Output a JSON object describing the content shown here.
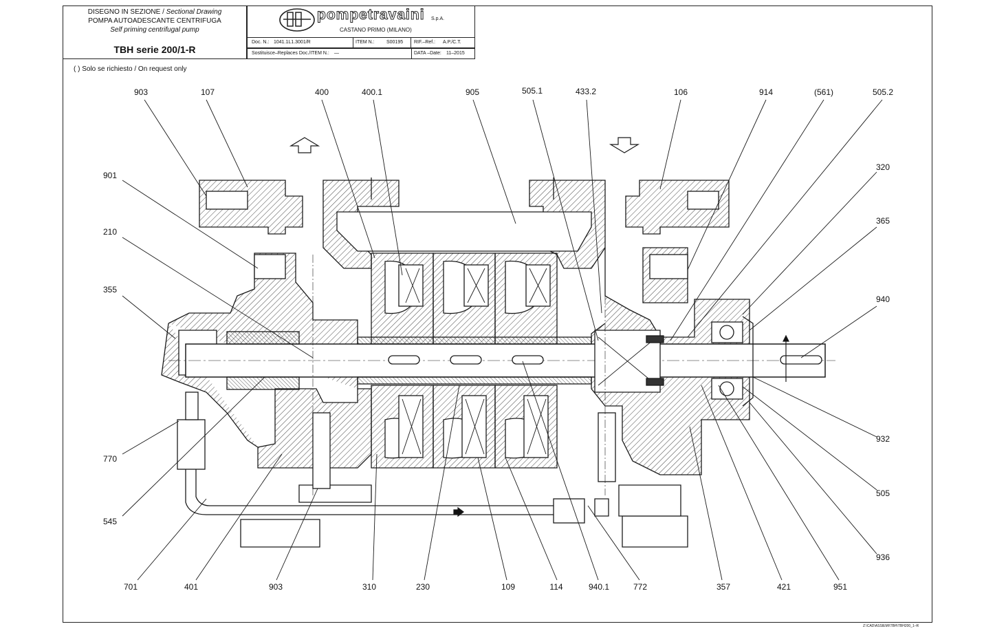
{
  "title_block": {
    "line1": "DISEGNO IN SEZIONE /",
    "line1_en": "Sectional Drawing",
    "line2": "POMPA AUTOADESCANTE CENTRIFUGA",
    "line3": "Self priming centrifugal pump",
    "model": "TBH serie 200/1-R",
    "brand": "pompetravaini",
    "brand_suffix": "S.p.A.",
    "city": "CASTANO PRIMO  (MILANO)",
    "doc_label": "Doc. N.:",
    "doc_value": "1041.1L1.3001/R",
    "item_label": "ITEM N.:",
    "item_value": "S00195",
    "ref_label": "RIF.–Ref.:",
    "ref_value": "A.P./C.T.",
    "replaces_label": "Sostituisce–Replaces Doc./ITEM N.:",
    "replaces_value": "—",
    "date_label": "DATA –Date:",
    "date_value": "11–2015"
  },
  "note": "( ) Solo se richiesto / On request only",
  "footer_path": "Z:\\CAD\\ASSIEMI\\TBH\\TBH200_1–R",
  "labels": {
    "top": [
      "903",
      "107",
      "400",
      "400.1",
      "905",
      "505.1",
      "433.2",
      "106",
      "914",
      "(561)",
      "505.2"
    ],
    "left": [
      "901",
      "210",
      "355",
      "770",
      "545"
    ],
    "right": [
      "320",
      "365",
      "940",
      "932",
      "505",
      "936"
    ],
    "bottom": [
      "701",
      "401",
      "903",
      "310",
      "230",
      "109",
      "114",
      "940.1",
      "772",
      "357",
      "421",
      "951"
    ]
  }
}
